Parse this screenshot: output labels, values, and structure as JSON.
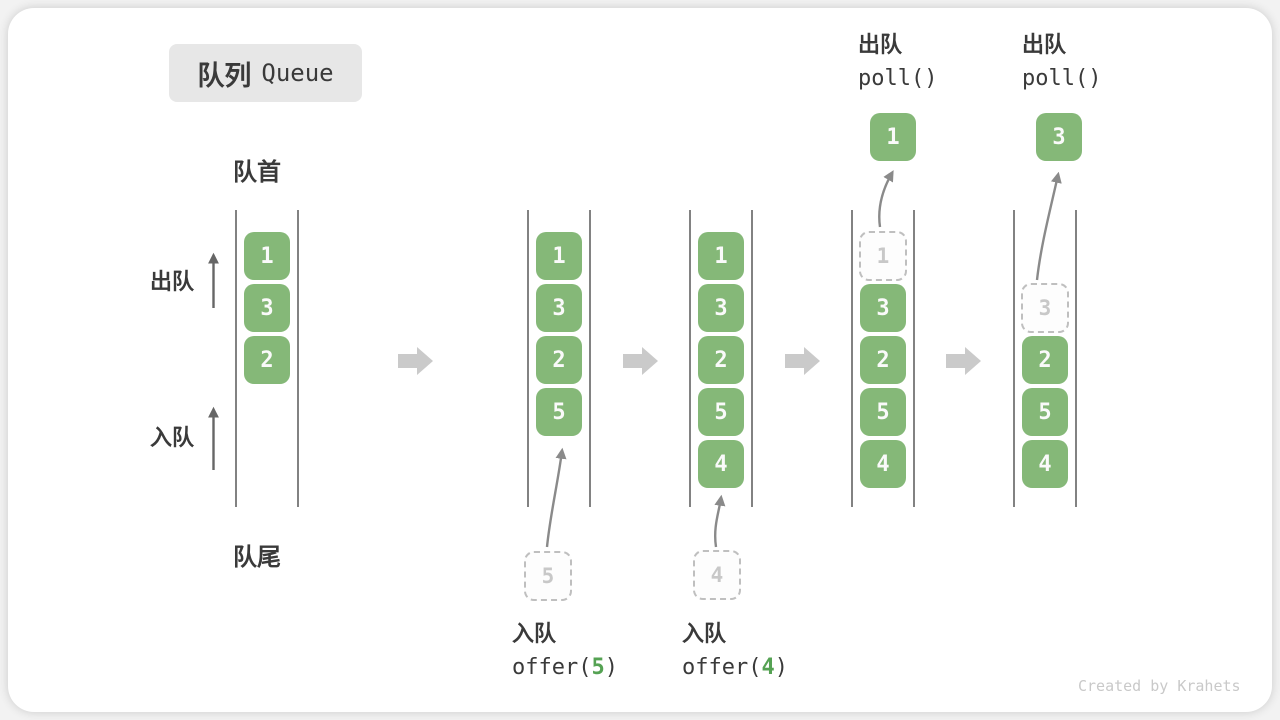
{
  "badge": {
    "zh": "队列",
    "en": "Queue"
  },
  "labels": {
    "front": "队首",
    "rear": "队尾",
    "dequeue": "出队",
    "enqueue": "入队"
  },
  "ops": {
    "enq5": {
      "action": "入队",
      "fn_open": "offer(",
      "arg": "5",
      "fn_close": ")"
    },
    "enq4": {
      "action": "入队",
      "fn_open": "offer(",
      "arg": "4",
      "fn_close": ")"
    },
    "poll1": {
      "action": "出队",
      "fn": "poll()"
    },
    "poll2": {
      "action": "出队",
      "fn": "poll()"
    }
  },
  "states": {
    "s1": {
      "slots": [
        "1",
        "3",
        "2"
      ]
    },
    "s2": {
      "slots": [
        "1",
        "3",
        "2",
        "5"
      ],
      "incoming": "5"
    },
    "s3": {
      "slots": [
        "1",
        "3",
        "2",
        "5",
        "4"
      ],
      "incoming": "4"
    },
    "s4": {
      "ghost": "1",
      "slots": [
        "3",
        "2",
        "5",
        "4"
      ],
      "popped": "1"
    },
    "s5": {
      "ghost": "3",
      "slots": [
        "2",
        "5",
        "4"
      ],
      "popped": "3"
    }
  },
  "watermark": "Created by Krahets",
  "colors": {
    "item_green": "#85b878",
    "code_arg_green": "#55a253",
    "flow_arrow_gray": "#cacaca",
    "rail_line_gray": "#4d4d4d",
    "text_dark": "#3a3a3a",
    "badge_bg": "#e7e7e7"
  }
}
